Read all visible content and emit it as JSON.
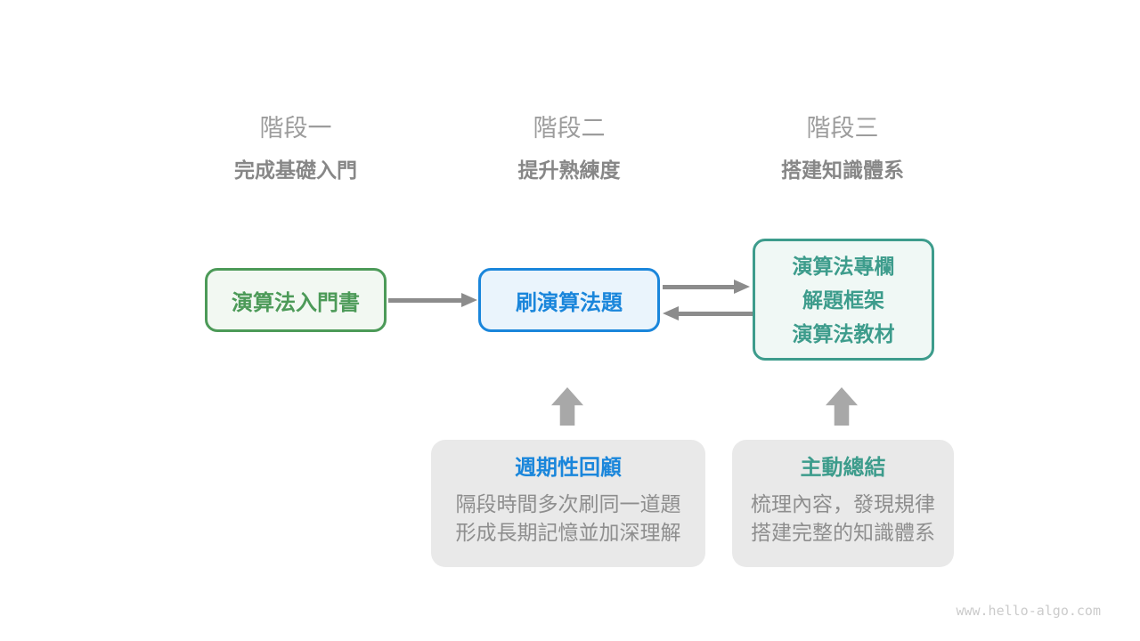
{
  "stages": [
    {
      "label": "階段一",
      "subtitle": "完成基礎入門"
    },
    {
      "label": "階段二",
      "subtitle": "提升熟練度"
    },
    {
      "label": "階段三",
      "subtitle": "搭建知識體系"
    }
  ],
  "nodes": [
    {
      "name": "intro-book",
      "lines": [
        "演算法入門書"
      ],
      "color": "#4C9A58"
    },
    {
      "name": "practice-problems",
      "lines": [
        "刷演算法題"
      ],
      "color": "#1A86DB"
    },
    {
      "name": "knowledge-resources",
      "lines": [
        "演算法專欄",
        "解題框架",
        "演算法教材"
      ],
      "color": "#3D9C8C"
    }
  ],
  "panels": [
    {
      "title": "週期性回顧",
      "body_lines": [
        "隔段時間多次刷同一道題",
        "形成長期記憶並加深理解"
      ]
    },
    {
      "title": "主動總結",
      "body_lines": [
        "梳理內容，發現規律",
        "搭建完整的知識體系"
      ]
    }
  ],
  "watermark": "www.hello-algo.com",
  "colors": {
    "green": "#4C9A58",
    "greenFill": "#F2F8F2",
    "blue": "#1A86DB",
    "blueFill": "#EAF4FC",
    "teal": "#3D9C8C",
    "tealFill": "#F0F8F5",
    "connector": "#8C8C8C",
    "blockArrow": "#A8A8A8",
    "panelBg": "#E9E9E9",
    "headerGray": "#9C9C9C",
    "subtitleGray": "#878787",
    "bodyGray": "#8E8E8E",
    "watermark": "#CBCBCB"
  }
}
